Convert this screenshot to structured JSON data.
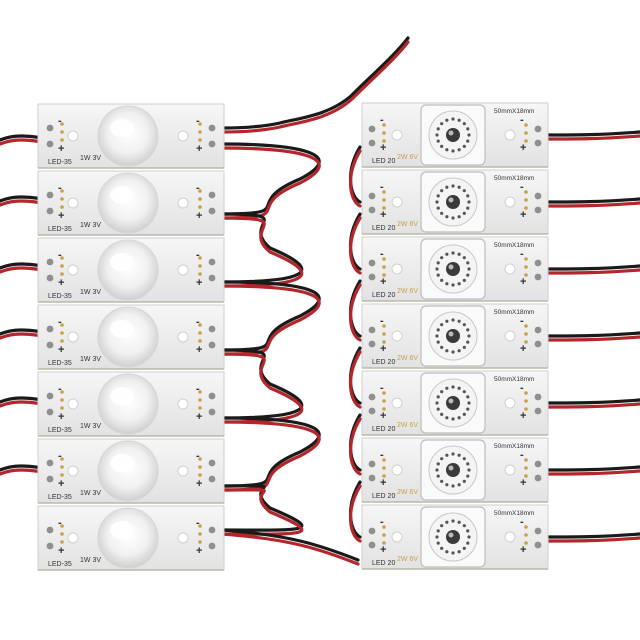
{
  "left_strip": {
    "model_label": "LED-35",
    "power_label": "1W 3V",
    "minus_sign": "-",
    "plus_sign": "+",
    "module_count": 7
  },
  "right_strip": {
    "model_label": "LED 20",
    "power_label": "2W 6V",
    "size_label": "50mmX18mm",
    "minus_sign": "-",
    "plus_sign": "+",
    "module_count": 7
  },
  "colors": {
    "pcb": "#eeeeee",
    "wire_red": "#b3262c",
    "wire_black": "#1a1a1a",
    "gold_text": "#c9a04a"
  }
}
